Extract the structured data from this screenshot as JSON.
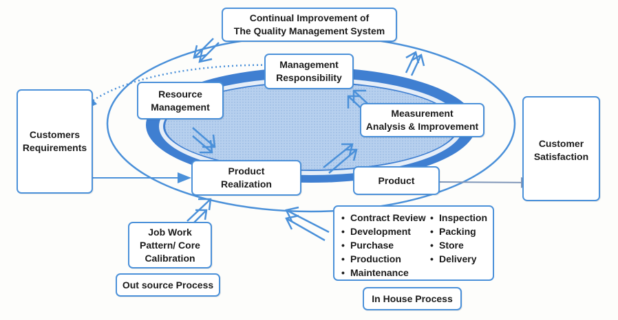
{
  "colors": {
    "border": "#4a90d9",
    "ellipse_fill": "#3f7fd1",
    "inner_fill": "#a9c7ea",
    "arrow": "#4a90d9"
  },
  "nodes": {
    "continual_improvement": [
      "Continual Improvement of",
      "The Quality Management System"
    ],
    "management_responsibility": [
      "Management",
      "Responsibility"
    ],
    "resource_management": [
      "Resource",
      "Management"
    ],
    "measurement": [
      "Measurement",
      "Analysis & Improvement"
    ],
    "product_realization": [
      "Product",
      "Realization"
    ],
    "product": "Product",
    "customers_requirements": [
      "Customers",
      "Requirements"
    ],
    "customer_satisfaction": [
      "Customer",
      "Satisfaction"
    ],
    "job_work": [
      "Job Work",
      "Pattern/ Core",
      "Calibration"
    ],
    "out_source": "Out source Process",
    "in_house": "In House Process"
  },
  "in_house_list": {
    "left": [
      "Contract Review",
      "Development",
      "Purchase",
      "Production",
      "Maintenance"
    ],
    "right": [
      "Inspection",
      "Packing",
      "Store",
      "Delivery"
    ]
  }
}
